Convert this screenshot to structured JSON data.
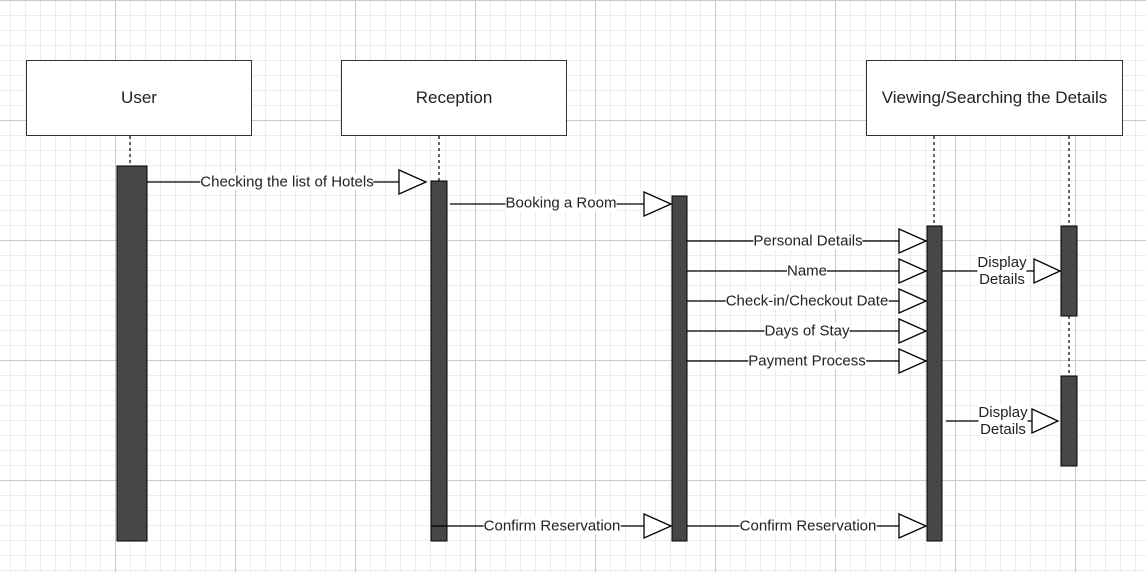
{
  "colors": {
    "bar": "#474747",
    "line": "#000000",
    "border": "#333333"
  },
  "participants": {
    "user": "User",
    "reception": "Reception",
    "viewing": "Viewing/Searching the Details"
  },
  "messages": {
    "m1": "Checking the list of Hotels",
    "m2": "Booking a Room",
    "m3": "Personal Details",
    "m4": "Name",
    "m5": "Check-in/Checkout Date",
    "m6": "Days of Stay",
    "m7": "Payment Process",
    "m8_line1": "Display",
    "m8_line2": "Details",
    "m9_line1": "Display",
    "m9_line2": "Details",
    "m10": "Confirm Reservation",
    "m11": "Confirm Reservation"
  }
}
